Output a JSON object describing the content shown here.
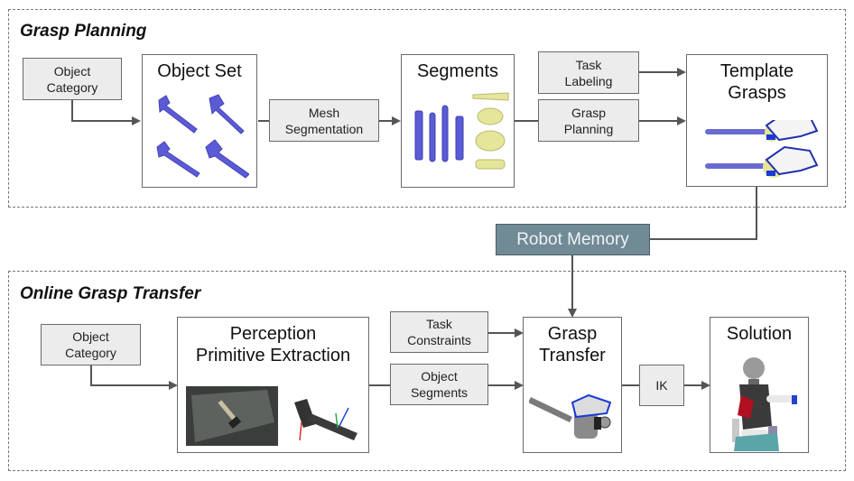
{
  "sections": {
    "grasp_planning": {
      "title": "Grasp Planning"
    },
    "online_transfer": {
      "title": "Online Grasp Transfer"
    }
  },
  "planning": {
    "object_category": "Object\nCategory",
    "object_set": "Object Set",
    "mesh_segmentation": "Mesh\nSegmentation",
    "segments": "Segments",
    "task_labeling": "Task\nLabeling",
    "grasp_planning": "Grasp\nPlanning",
    "template_grasps": "Template\nGrasps"
  },
  "robot_memory": "Robot Memory",
  "online": {
    "object_category": "Object\nCategory",
    "perception": "Perception\nPrimitive Extraction",
    "task_constraints": "Task\nConstraints",
    "object_segments": "Object\nSegments",
    "grasp_transfer": "Grasp\nTransfer",
    "ik": "IK",
    "solution": "Solution"
  },
  "colors": {
    "box_fill": "#ececec",
    "memory_fill": "#708a96",
    "mesh_blue": "#5b5bd6",
    "segment_yellow": "#e6e69a"
  }
}
